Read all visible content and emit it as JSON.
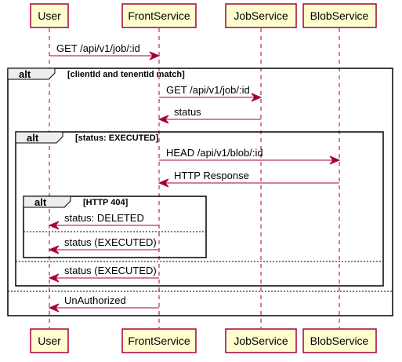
{
  "participants": [
    {
      "id": "user",
      "label": "User"
    },
    {
      "id": "front",
      "label": "FrontService"
    },
    {
      "id": "job",
      "label": "JobService"
    },
    {
      "id": "blob",
      "label": "BlobService"
    }
  ],
  "messages": [
    {
      "from": "user",
      "to": "front",
      "label": "GET /api/v1/job/:id"
    },
    {
      "from": "front",
      "to": "job",
      "label": "GET /api/v1/job/:id"
    },
    {
      "from": "job",
      "to": "front",
      "label": "status"
    },
    {
      "from": "front",
      "to": "blob",
      "label": "HEAD /api/v1/blob/:id"
    },
    {
      "from": "blob",
      "to": "front",
      "label": "HTTP Response"
    },
    {
      "from": "front",
      "to": "user",
      "label": "status: DELETED"
    },
    {
      "from": "front",
      "to": "user",
      "label": "status (EXECUTED)"
    },
    {
      "from": "front",
      "to": "user",
      "label": "status (EXECUTED)"
    },
    {
      "from": "front",
      "to": "user",
      "label": "UnAuthorized"
    }
  ],
  "fragments": [
    {
      "operator": "alt",
      "guard": "[clientId and tenentId match]"
    },
    {
      "operator": "alt",
      "guard": "[status: EXECUTED]"
    },
    {
      "operator": "alt",
      "guard": "[HTTP 404]"
    }
  ],
  "colors": {
    "participant_fill": "#FEFECE",
    "participant_border": "#A80036",
    "arrow": "#A80036",
    "fragment_tab": "#EEEEEE"
  }
}
